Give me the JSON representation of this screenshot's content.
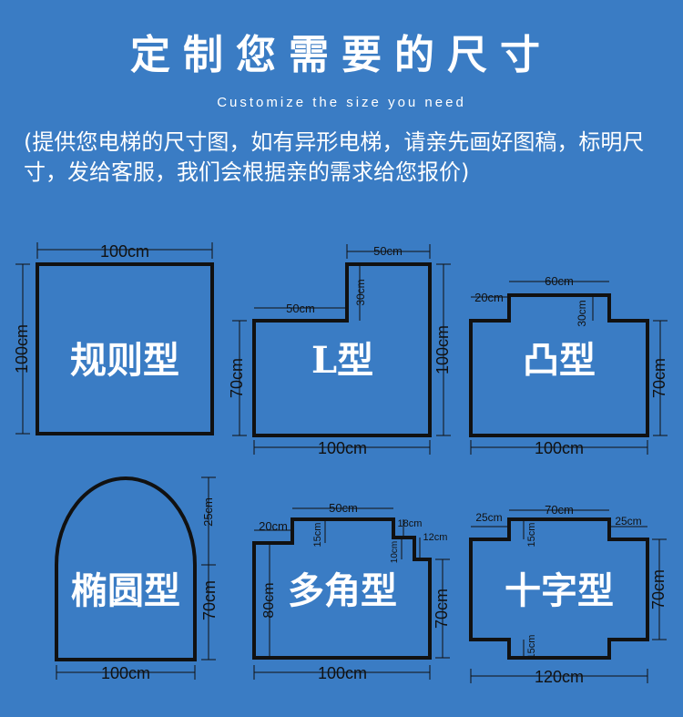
{
  "header": {
    "title": "定制您需要的尺寸",
    "subtitle": "Customize the size you need",
    "note": "(提供您电梯的尺寸图，如有异形电梯，请亲先画好图稿，标明尺寸，发给客服，我们会根据亲的需求给您报价)"
  },
  "shapes": [
    {
      "name": "规则型",
      "dims": [
        "100cm",
        "100cm"
      ]
    },
    {
      "name": "L型",
      "dims": [
        "50cm",
        "30cm",
        "50cm",
        "100cm",
        "70cm",
        "100cm"
      ]
    },
    {
      "name": "凸型",
      "dims": [
        "60cm",
        "20cm",
        "30cm",
        "70cm",
        "100cm"
      ]
    },
    {
      "name": "椭圆型",
      "dims": [
        "25cm",
        "70cm",
        "100cm"
      ]
    },
    {
      "name": "多角型",
      "dims": [
        "50cm",
        "20cm",
        "15cm",
        "18cm",
        "12cm",
        "10cm",
        "80cm",
        "70cm",
        "100cm"
      ]
    },
    {
      "name": "十字型",
      "dims": [
        "70cm",
        "25cm",
        "15cm",
        "25cm",
        "70cm",
        "15cm",
        "120cm"
      ]
    }
  ],
  "colors": {
    "background": "#3a7cc4",
    "outline": "#111111",
    "text": "#ffffff"
  }
}
